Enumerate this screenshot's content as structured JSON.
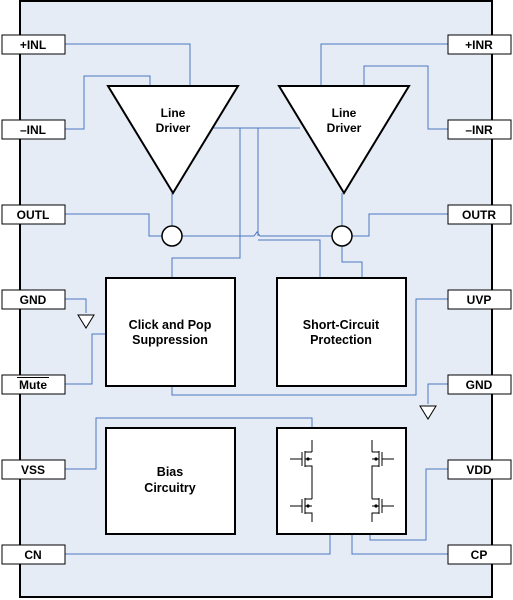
{
  "pins": {
    "inl_pos": "+INL",
    "inl_neg": "–INL",
    "outl": "OUTL",
    "gnd_left": "GND",
    "mute": "Mute",
    "vss": "VSS",
    "cn": "CN",
    "inr_pos": "+INR",
    "inr_neg": "–INR",
    "outr": "OUTR",
    "uvp": "UVP",
    "gnd_right": "GND",
    "vdd": "VDD",
    "cp": "CP"
  },
  "amplifiers": {
    "left_line1": "Line",
    "left_line2": "Driver",
    "right_line1": "Line",
    "right_line2": "Driver"
  },
  "blocks": {
    "click_pop_line1": "Click and Pop",
    "click_pop_line2": "Suppression",
    "short_circuit_line1": "Short-Circuit",
    "short_circuit_line2": "Protection",
    "bias_line1": "Bias",
    "bias_line2": "Circuitry"
  },
  "colors": {
    "chip_fill": "#e6ecf6",
    "wire": "#4a78c2",
    "outline": "#000000"
  }
}
